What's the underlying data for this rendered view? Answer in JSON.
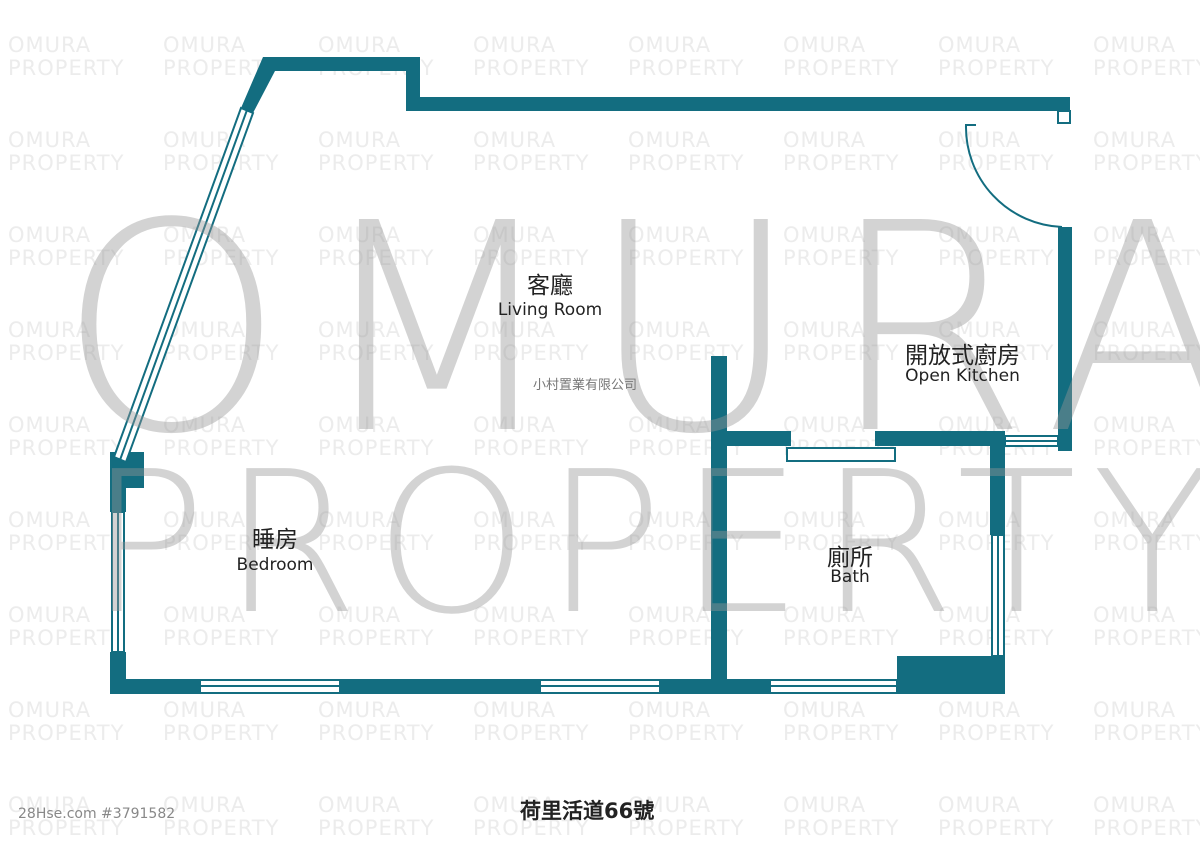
{
  "watermark": {
    "small_line1": "OMURA",
    "small_line2": "PROPERTY",
    "big_line1": "OMURA",
    "big_line2": "PROPERTY"
  },
  "rooms": {
    "living": {
      "cn": "客廳",
      "en": "Living Room"
    },
    "kitchen": {
      "cn": "開放式廚房",
      "en": "Open Kitchen"
    },
    "bedroom": {
      "cn": "睡房",
      "en": "Bedroom"
    },
    "bath": {
      "cn": "廁所",
      "en": "Bath"
    }
  },
  "company": "小村置業有限公司",
  "address": "荷里活道66號",
  "listing_id": "28Hse.com #3791582",
  "colors": {
    "wall": "#136d80",
    "watermark": "#969696",
    "text": "#222222"
  }
}
